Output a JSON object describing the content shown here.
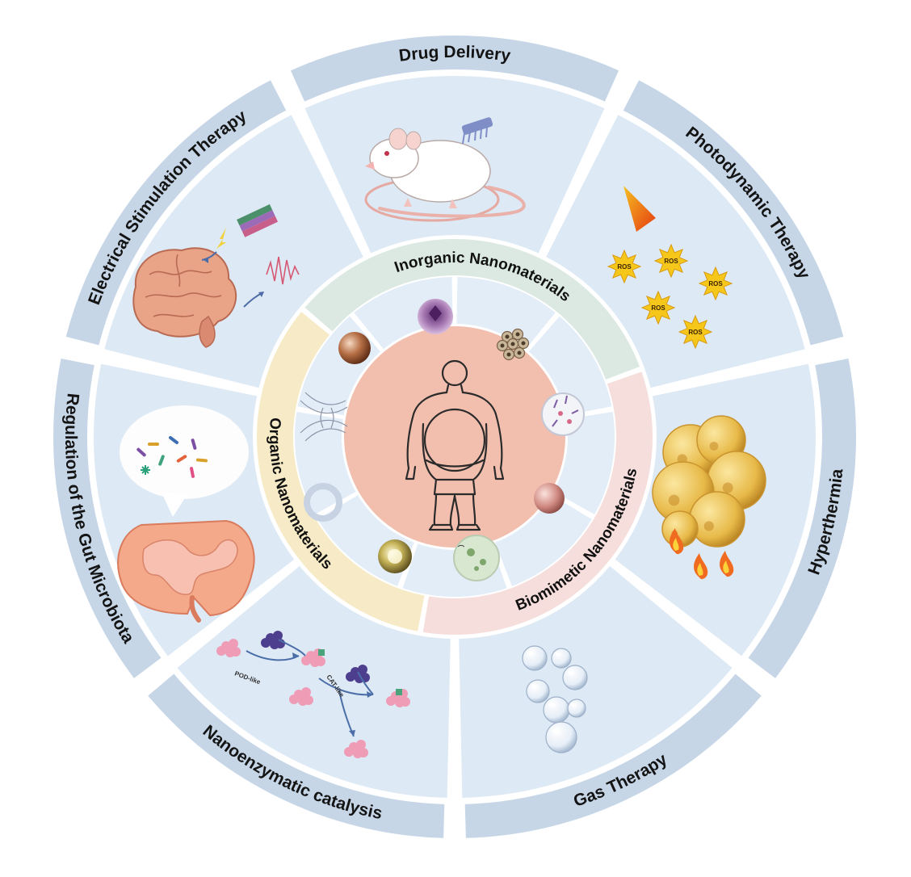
{
  "center": {
    "icon": "obese-person-icon"
  },
  "outer_ring": [
    {
      "key": "drug",
      "label": "Drug Delivery",
      "icon": "rat-icon"
    },
    {
      "key": "pdt",
      "label": "Photodynamic Therapy",
      "icon": "ros-burst-icon",
      "badges": [
        "ROS",
        "ROS",
        "ROS",
        "ROS",
        "ROS"
      ]
    },
    {
      "key": "hyper",
      "label": "Hyperthermia",
      "icon": "fat-cells-flame-icon"
    },
    {
      "key": "gas",
      "label": "Gas Therapy",
      "icon": "gas-bubbles-icon"
    },
    {
      "key": "nano",
      "label": "Nanoenzymatic catalysis",
      "icon": "enzyme-reaction-icon",
      "annotations": [
        "POD-like",
        "CAT-like"
      ]
    },
    {
      "key": "gut",
      "label": "Regulation of the Gut Microbiota",
      "icon": "intestine-microbiota-icon"
    },
    {
      "key": "elec",
      "label": "Electrical Stimulation Therapy",
      "icon": "brain-stimulation-icon"
    }
  ],
  "inner_ring": [
    {
      "key": "inorganic",
      "label": "Inorganic Nanomaterials",
      "color": "#dbe9e2"
    },
    {
      "key": "biomimetic",
      "label": "Biomimetic Nanomaterials",
      "color": "#f5dedb"
    },
    {
      "key": "organic",
      "label": "Organic Nanomaterials",
      "color": "#f6ebc6"
    }
  ],
  "nanoparticles": [
    {
      "icon": "metal-sphere-icon"
    },
    {
      "icon": "hollow-sphere-icon"
    },
    {
      "icon": "mesoporous-silica-icon"
    },
    {
      "icon": "membrane-vesicle-icon"
    },
    {
      "icon": "cell-membrane-sphere-icon"
    },
    {
      "icon": "bacteria-vesicle-icon"
    },
    {
      "icon": "polymer-nanoparticle-icon"
    },
    {
      "icon": "ring-nanoparticle-icon"
    },
    {
      "icon": "hydrogel-network-icon"
    }
  ],
  "colors": {
    "outer_band": "#c6d6e7",
    "panel": "#dde9f5",
    "center_disc": "#f2bfae",
    "separator": "#ffffff"
  }
}
